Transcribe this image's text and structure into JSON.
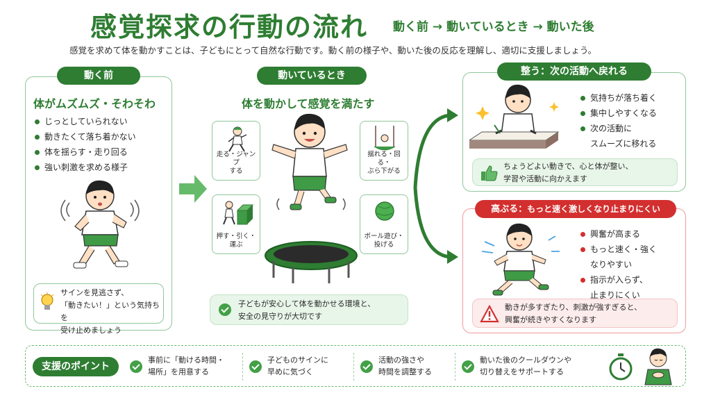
{
  "header": {
    "title": "感覚探求の行動の流れ",
    "flow": "動く前 → 動いているとき → 動いた後",
    "subtitle": "感覚を求めて体を動かすことは、子どもにとって自然な行動です。動く前の様子や、動いた後の反応を理解し、適切に支援しましょう。"
  },
  "before": {
    "label": "動く前",
    "heading": "体がムズムズ・そわそわ",
    "items": [
      "じっとしていられない",
      "動きたくて落ち着かない",
      "体を揺らす・走り回る",
      "強い刺激を求める様子"
    ],
    "tip_line1": "サインを見逃さず、",
    "tip_line2": "「動きたい！」という気持ちを",
    "tip_line3": "受け止めましょう"
  },
  "during": {
    "label": "動いているとき",
    "heading": "体を動かして感覚を満たす",
    "activities": [
      {
        "line1": "走る・ジャンプ",
        "line2": "する"
      },
      {
        "line1": "揺れる・回る・",
        "line2": "ぶら下がる"
      },
      {
        "line1": "押す・引く・",
        "line2": "運ぶ"
      },
      {
        "line1": "ボール遊び・",
        "line2": "投げる"
      }
    ],
    "note_line1": "子どもが安心して体を動かせる環境と、",
    "note_line2": "安全の見守りが大切です"
  },
  "calm": {
    "label": "整う：次の活動へ戻れる",
    "items": [
      "気持ちが落ち着く",
      "集中しやすくなる",
      "次の活動に",
      "スムーズに移れる"
    ],
    "note_line1": "ちょうどよい動きで、心と体が整い、",
    "note_line2": "学習や活動に向かえます"
  },
  "excited": {
    "label_main": "高ぶる：",
    "label_sub": "もっと速く激しくなり止まりにくい",
    "items": [
      "興奮が高まる",
      "もっと速く・強く",
      "なりやすい",
      "指示が入らず、",
      "止まりにくい"
    ],
    "note_line1": "動きが多すぎたり、刺激が強すぎると、",
    "note_line2": "興奮が続きやすくなります"
  },
  "support": {
    "label": "支援のポイント",
    "points": [
      {
        "line1": "事前に「動ける時間・",
        "line2": "場所」を用意する"
      },
      {
        "line1": "子どものサインに",
        "line2": "早めに気づく"
      },
      {
        "line1": "活動の強さや",
        "line2": "時間を調整する"
      },
      {
        "line1": "動いた後のクールダウンや",
        "line2": "切り替えをサポートする"
      }
    ]
  },
  "colors": {
    "green": "#2e7d32",
    "light_green": "#e8f5e9",
    "red": "#d32f2f",
    "light_red": "#fdecec"
  },
  "icons": [
    "lightbulb-icon",
    "check-icon",
    "thumbs-up-icon",
    "warning-icon",
    "stopwatch-icon",
    "sparkle-icon",
    "arrow-right-icon"
  ]
}
